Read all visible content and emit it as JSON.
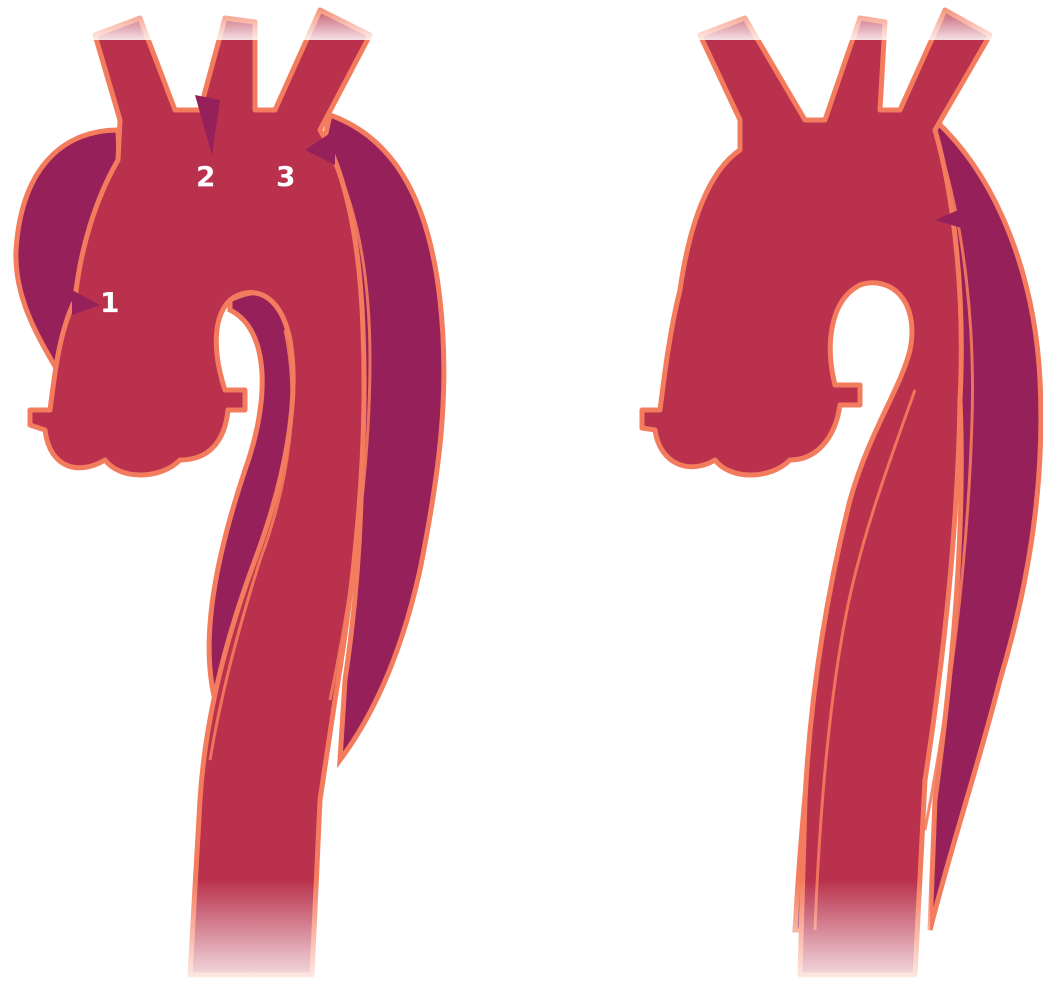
{
  "colors": {
    "true_lumen": "#b9314c",
    "false_lumen": "#96215a",
    "wall": "#f47c5e",
    "background": "#ffffff",
    "label": "#ffffff"
  },
  "panels": [
    {
      "id": "left",
      "labels": {
        "entry_1": "1",
        "entry_2": "2",
        "entry_3": "3"
      }
    },
    {
      "id": "right"
    }
  ]
}
